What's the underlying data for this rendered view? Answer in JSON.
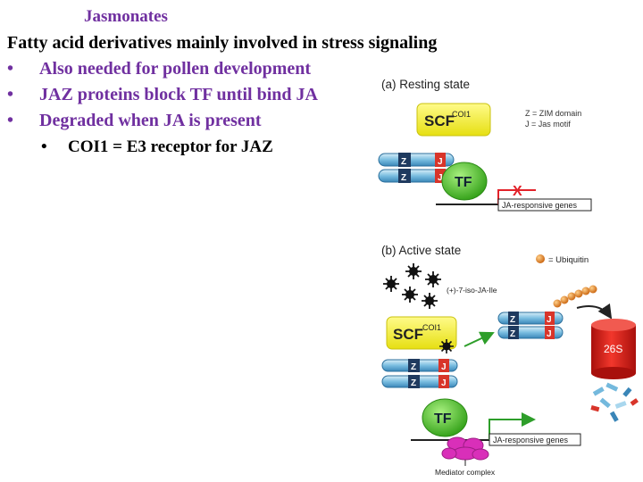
{
  "slide": {
    "title": "Jasmonates",
    "subtitle": "Fatty acid derivatives mainly involved in stress signaling",
    "bullet_char": "•",
    "bullets": [
      "Also needed for pollen development",
      "JAZ proteins block TF until bind JA",
      "Degraded when JA is present"
    ],
    "sub_bullets": [
      "COI1 = E3 receptor for JAZ"
    ]
  },
  "diagram": {
    "panel_a": {
      "label": "(a) Resting state",
      "legend_z": "Z = ZIM domain",
      "legend_j": "J = Jas motif",
      "scf": "SCF",
      "coi1": "COI1",
      "z": "Z",
      "j": "J",
      "tf": "TF",
      "block_mark": "X",
      "genes": "JA-responsive genes"
    },
    "panel_b": {
      "label": "(b) Active state",
      "ubiquitin_legend": "= Ubiquitin",
      "hormone": "(+)-7-iso-JA-Ile",
      "scf": "SCF",
      "coi1": "COI1",
      "z": "Z",
      "j": "J",
      "proteasome": "26S",
      "tf": "TF",
      "genes": "JA-responsive genes",
      "mediator": "Mediator complex"
    },
    "colors": {
      "scf_yellow": "#f2ee2a",
      "jaz_blue": "#74b9dd",
      "z_dark": "#1f3a5f",
      "j_red": "#d8352a",
      "tf_green": "#4cc72b",
      "proteasome_red": "#e8231c",
      "ubiquitin_orange": "#e68a1c",
      "mediator_magenta": "#d92fb9",
      "gene_arrow_green": "#2e9e2a",
      "block_red": "#e2222a"
    }
  }
}
